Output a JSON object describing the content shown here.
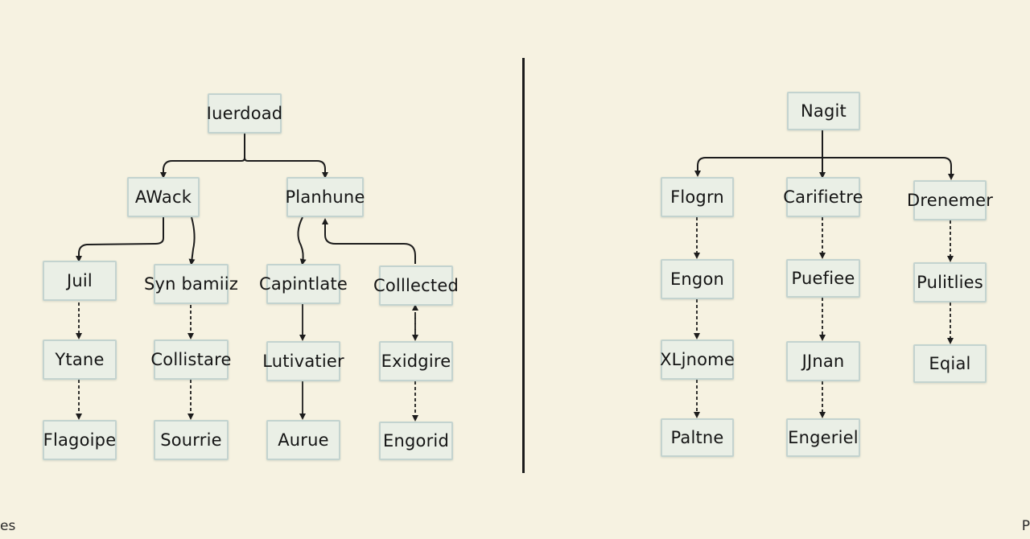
{
  "left_tree": {
    "root": "Iuerdoad",
    "awack": "AWack",
    "planhune": "Planhune",
    "juil": "Juil",
    "syn_bamiiz": "Syn bamiiz",
    "capintlate": "Capintlate",
    "collected": "Colllected",
    "ytane": "Ytane",
    "collistare": "Collistare",
    "lutivatier": "Lutivatier",
    "exidgire": "Exidgire",
    "flagoipe": "Flagoipe",
    "sourrie": "Sourrie",
    "aurue": "Aurue",
    "engorid": "Engorid"
  },
  "right_tree": {
    "root": "Nagit",
    "flogrn": "Flogrn",
    "carifietre": "Carifietre",
    "drenemer": "Drenemer",
    "engon": "Engon",
    "puefiee": "Puefiee",
    "pulitlies": "Pulitlies",
    "xljnome": "XLjnome",
    "jjnan": "JJnan",
    "eqial": "Eqial",
    "paltne": "Paltne",
    "engeriel": "Engeriel"
  },
  "corner_text": {
    "left": "es",
    "right": "P"
  }
}
